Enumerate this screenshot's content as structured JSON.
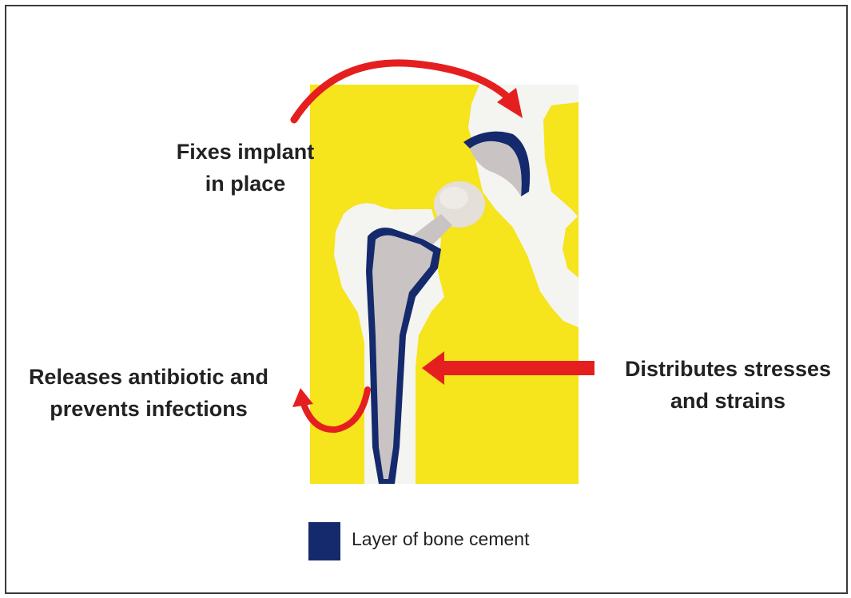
{
  "colors": {
    "background_panel": "#f6e41c",
    "bone": "#f4f4f0",
    "implant": "#c9c3c3",
    "cement": "#142a6c",
    "arrow": "#e51f1f",
    "text": "#222222"
  },
  "labels": {
    "fixes_line1": "Fixes implant",
    "fixes_line2": "in place",
    "releases_line1": "Releases antibiotic and",
    "releases_line2": "prevents infections",
    "distributes_line1": "Distributes stresses",
    "distributes_line2": "and strains"
  },
  "legend": {
    "label": "Layer of bone cement"
  }
}
